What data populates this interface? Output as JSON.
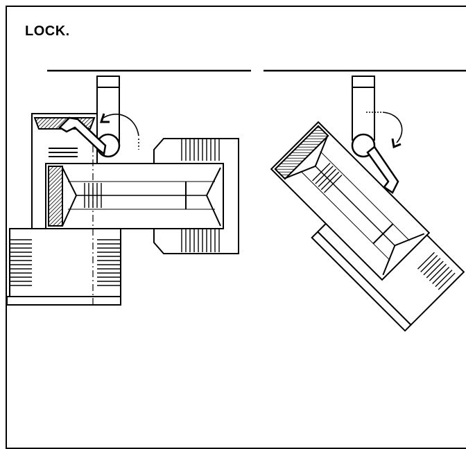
{
  "page": {
    "title": "LOCK."
  },
  "colors": {
    "ink": "#000000",
    "paper": "#ffffff"
  },
  "figures": [
    {
      "name": "track-light-left",
      "state": "locked"
    },
    {
      "name": "track-light-right",
      "state": "locked"
    }
  ]
}
